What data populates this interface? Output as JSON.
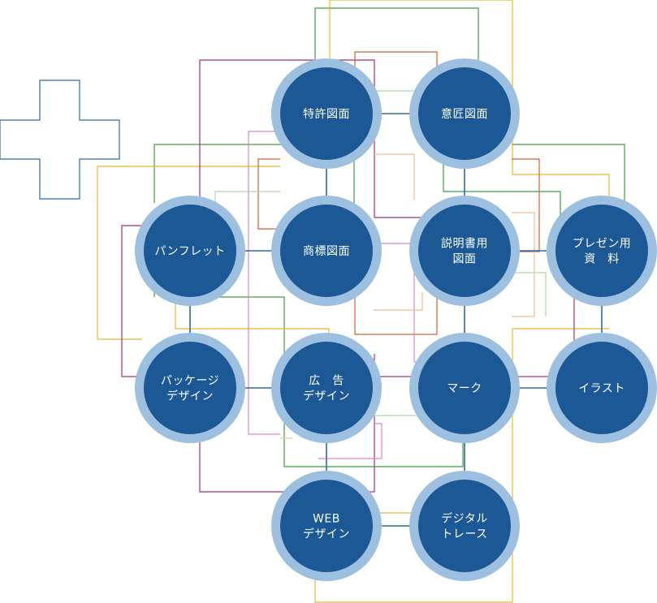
{
  "colors": {
    "node_fill": "#1b5895",
    "node_ring": "#9dc0e0",
    "main_link": "#2d6aa3",
    "cross_outline": "#2d6aa3",
    "green": "#3ea03e",
    "yellow": "#e8b830",
    "purple": "#a0307e",
    "orange": "#d4622a",
    "pink": "#dd88c4",
    "light_green": "#a8dca0",
    "peach": "#f2b994"
  },
  "icons": [
    "plus-cross-outline"
  ],
  "nodes": [
    {
      "id": "tokkyo",
      "lines": [
        "特許図面"
      ]
    },
    {
      "id": "isho",
      "lines": [
        "意匠図面"
      ]
    },
    {
      "id": "pamphlet",
      "lines": [
        "パンフレット"
      ]
    },
    {
      "id": "shohyo",
      "lines": [
        "商標図面"
      ]
    },
    {
      "id": "setsumei",
      "lines": [
        "説明書用",
        "図面"
      ]
    },
    {
      "id": "presen",
      "lines": [
        "プレゼン用",
        "資　料"
      ]
    },
    {
      "id": "package",
      "lines": [
        "パッケージ",
        "デザイン"
      ]
    },
    {
      "id": "kokoku",
      "lines": [
        "広　告",
        "デザイン"
      ]
    },
    {
      "id": "mark",
      "lines": [
        "マーク"
      ]
    },
    {
      "id": "illust",
      "lines": [
        "イラスト"
      ]
    },
    {
      "id": "web",
      "lines": [
        "WEB",
        "デザイン"
      ]
    },
    {
      "id": "digital",
      "lines": [
        "デジタル",
        "トレース"
      ]
    }
  ]
}
